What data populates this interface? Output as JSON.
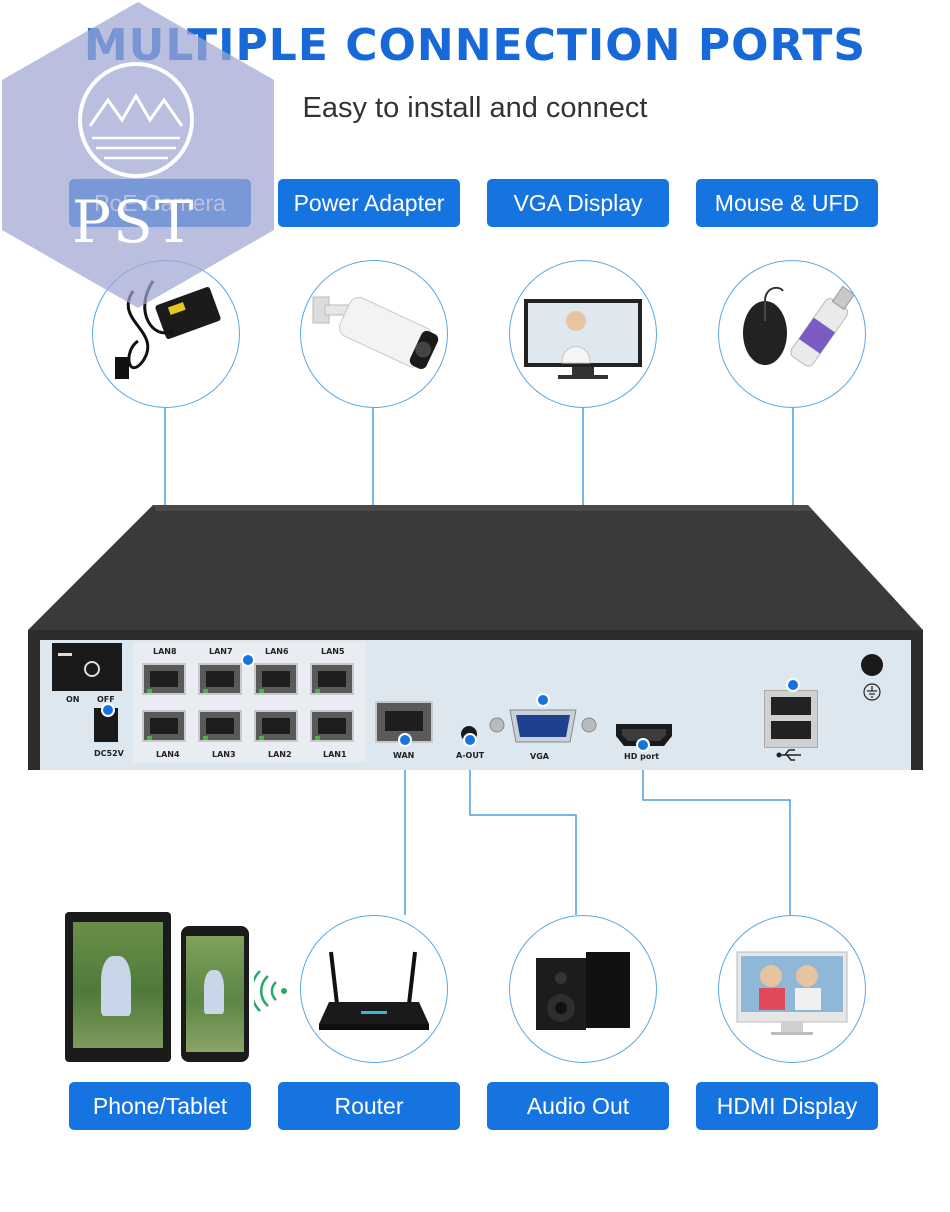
{
  "header": {
    "title": "MULTIPLE CONNECTION PORTS",
    "subtitle": "Easy to install and connect"
  },
  "watermark": {
    "text": "PST"
  },
  "top_labels": [
    "PoE Camera",
    "Power Adapter",
    "VGA Display",
    "Mouse & UFD"
  ],
  "bottom_labels": [
    "Phone/Tablet",
    "Router",
    "Audio Out",
    "HDMI Display"
  ],
  "device": {
    "lan_top": [
      "LAN8",
      "LAN7",
      "LAN6",
      "LAN5"
    ],
    "lan_bottom": [
      "LAN4",
      "LAN3",
      "LAN2",
      "LAN1"
    ],
    "wan": "WAN",
    "audio_out": "A-OUT",
    "vga": "VGA",
    "hdmi": "HD port",
    "power_on": "ON",
    "power_off": "OFF",
    "dc": "DC52V"
  },
  "colors": {
    "accent": "#1674e0",
    "title": "#1768d8",
    "line": "#4a9ee0"
  }
}
